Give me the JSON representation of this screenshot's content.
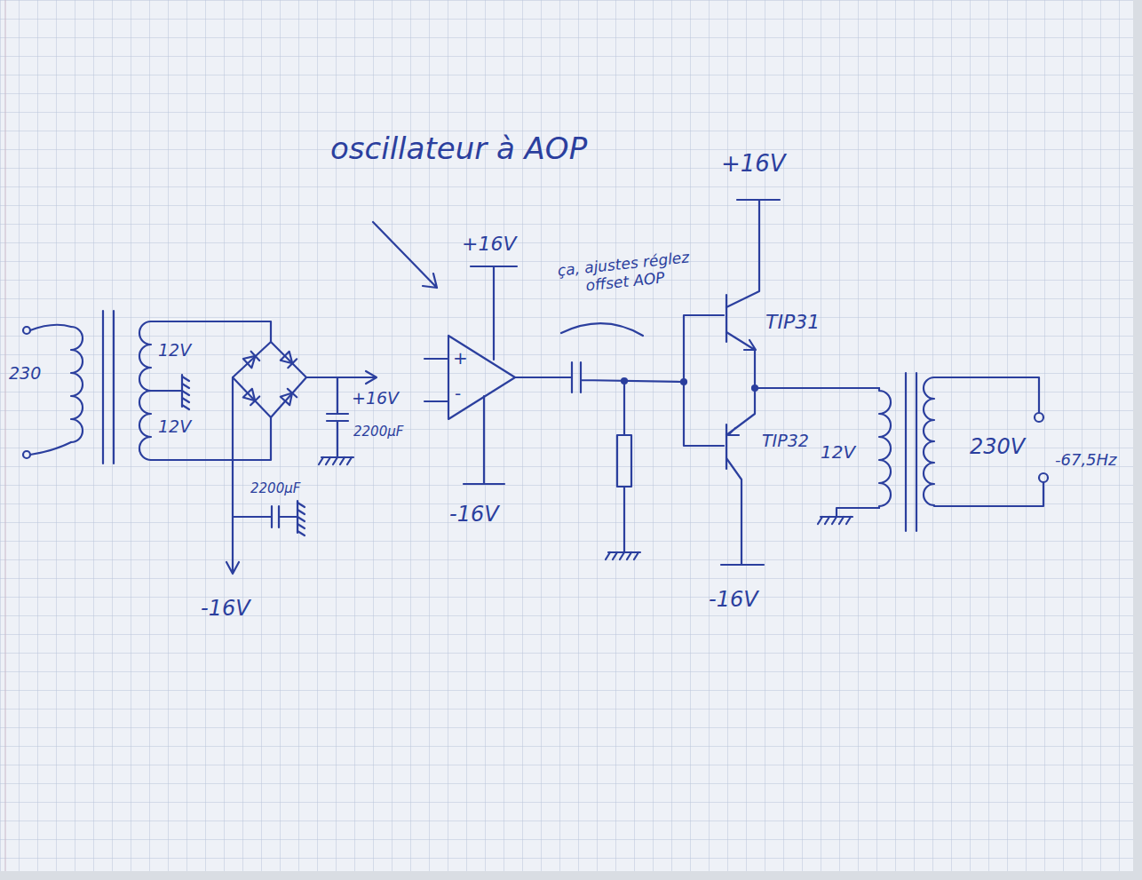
{
  "diagram": {
    "nodes": [
      {
        "text": [
          "+",
          "-"
        ]
      }
    ],
    "labels": [
      "oscillateur à AOP",
      "+16V",
      "ça, ajustes réglez offset AOP",
      "+16V",
      "TIP31",
      "230",
      "12V",
      "12V",
      "+16V",
      "2200µF",
      "2200µF",
      "TIP32",
      "12V",
      "230V",
      "-67,5Hz",
      "-16V",
      "-16V",
      "-16V"
    ]
  }
}
